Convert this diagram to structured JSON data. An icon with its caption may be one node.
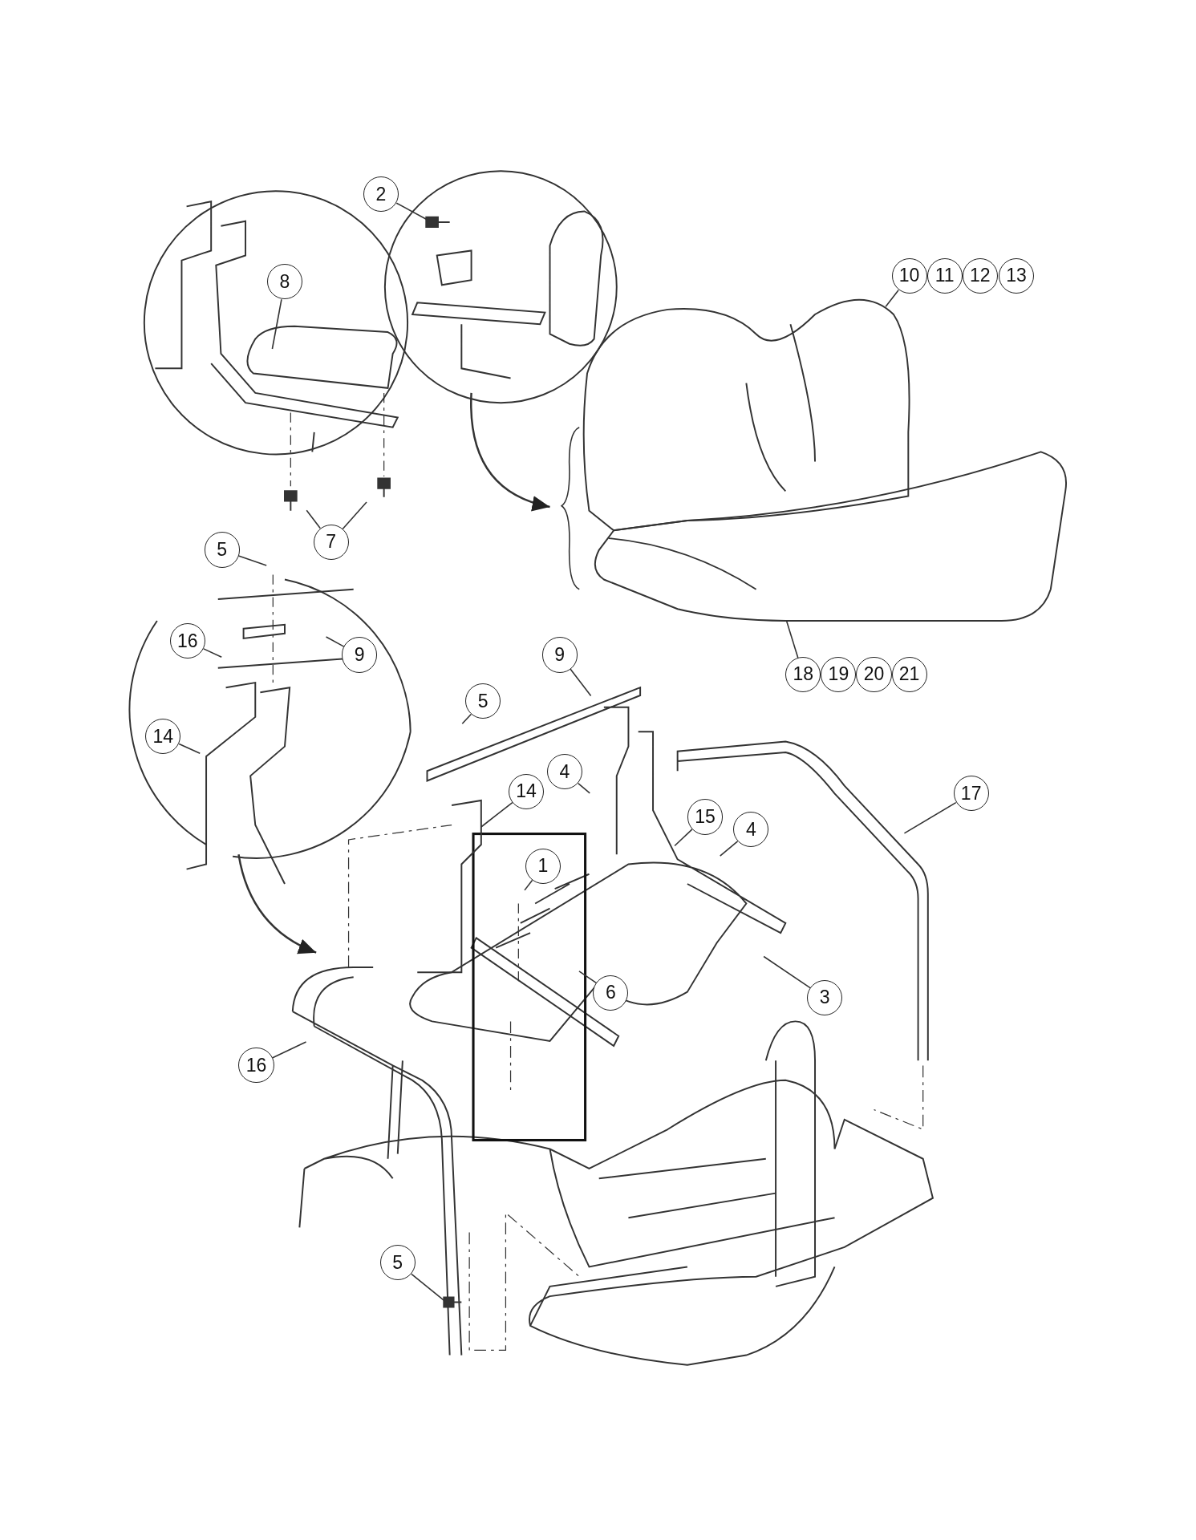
{
  "diagram": {
    "nodes": [
      {
        "text": [
          "2"
        ]
      },
      {
        "text": [
          "10"
        ]
      },
      {
        "text": [
          "11"
        ]
      },
      {
        "text": [
          "12"
        ]
      },
      {
        "text": [
          "13"
        ]
      },
      {
        "text": [
          "8"
        ]
      },
      {
        "text": [
          "7"
        ]
      },
      {
        "text": [
          "5"
        ]
      },
      {
        "text": [
          "16"
        ]
      },
      {
        "text": [
          "9"
        ]
      },
      {
        "text": [
          "9"
        ]
      },
      {
        "text": [
          "18"
        ]
      },
      {
        "text": [
          "19"
        ]
      },
      {
        "text": [
          "20"
        ]
      },
      {
        "text": [
          "21"
        ]
      },
      {
        "text": [
          "14"
        ]
      },
      {
        "text": [
          "5"
        ]
      },
      {
        "text": [
          "4"
        ]
      },
      {
        "text": [
          "14"
        ]
      },
      {
        "text": [
          "17"
        ]
      },
      {
        "text": [
          "15"
        ]
      },
      {
        "text": [
          "4"
        ]
      },
      {
        "text": [
          "1"
        ]
      },
      {
        "text": [
          "6"
        ]
      },
      {
        "text": [
          "3"
        ]
      },
      {
        "text": [
          "16"
        ]
      },
      {
        "text": [
          "5"
        ]
      },
      {
        "text": [],
        "shape": "picture"
      },
      {
        "text": [],
        "shape": "picture"
      },
      {
        "text": [],
        "shape": "picture"
      },
      {
        "text": [],
        "shape": "picture"
      },
      {
        "text": [],
        "shape": "picture"
      }
    ],
    "edges": [
      {
        "from": 0,
        "to": 29,
        "arrow": "none"
      },
      {
        "from": 1,
        "to": 27,
        "arrow": "none"
      },
      {
        "from": 5,
        "to": null,
        "arrow": "none"
      },
      {
        "from": 6,
        "to": null,
        "arrow": "none"
      },
      {
        "from": 6,
        "to": null,
        "arrow": "none"
      },
      {
        "from": 7,
        "to": null,
        "arrow": "none"
      },
      {
        "from": 8,
        "to": null,
        "arrow": "none"
      },
      {
        "from": 9,
        "to": null,
        "arrow": "none"
      },
      {
        "from": 10,
        "to": null,
        "arrow": "none"
      },
      {
        "from": 11,
        "to": 28,
        "arrow": "none"
      },
      {
        "from": 15,
        "to": null,
        "arrow": "none"
      },
      {
        "from": 16,
        "to": null,
        "arrow": "none"
      },
      {
        "from": 17,
        "to": null,
        "arrow": "none"
      },
      {
        "from": 18,
        "to": 30,
        "arrow": "none"
      },
      {
        "from": 19,
        "to": null,
        "arrow": "none"
      },
      {
        "from": 20,
        "to": null,
        "arrow": "none"
      },
      {
        "from": 21,
        "to": null,
        "arrow": "none"
      },
      {
        "from": 22,
        "to": null,
        "arrow": "none"
      },
      {
        "from": 23,
        "to": null,
        "arrow": "none"
      },
      {
        "from": 24,
        "to": null,
        "arrow": "none"
      },
      {
        "from": 25,
        "to": null,
        "arrow": "none"
      },
      {
        "from": 26,
        "to": 31,
        "arrow": "none"
      }
    ]
  }
}
